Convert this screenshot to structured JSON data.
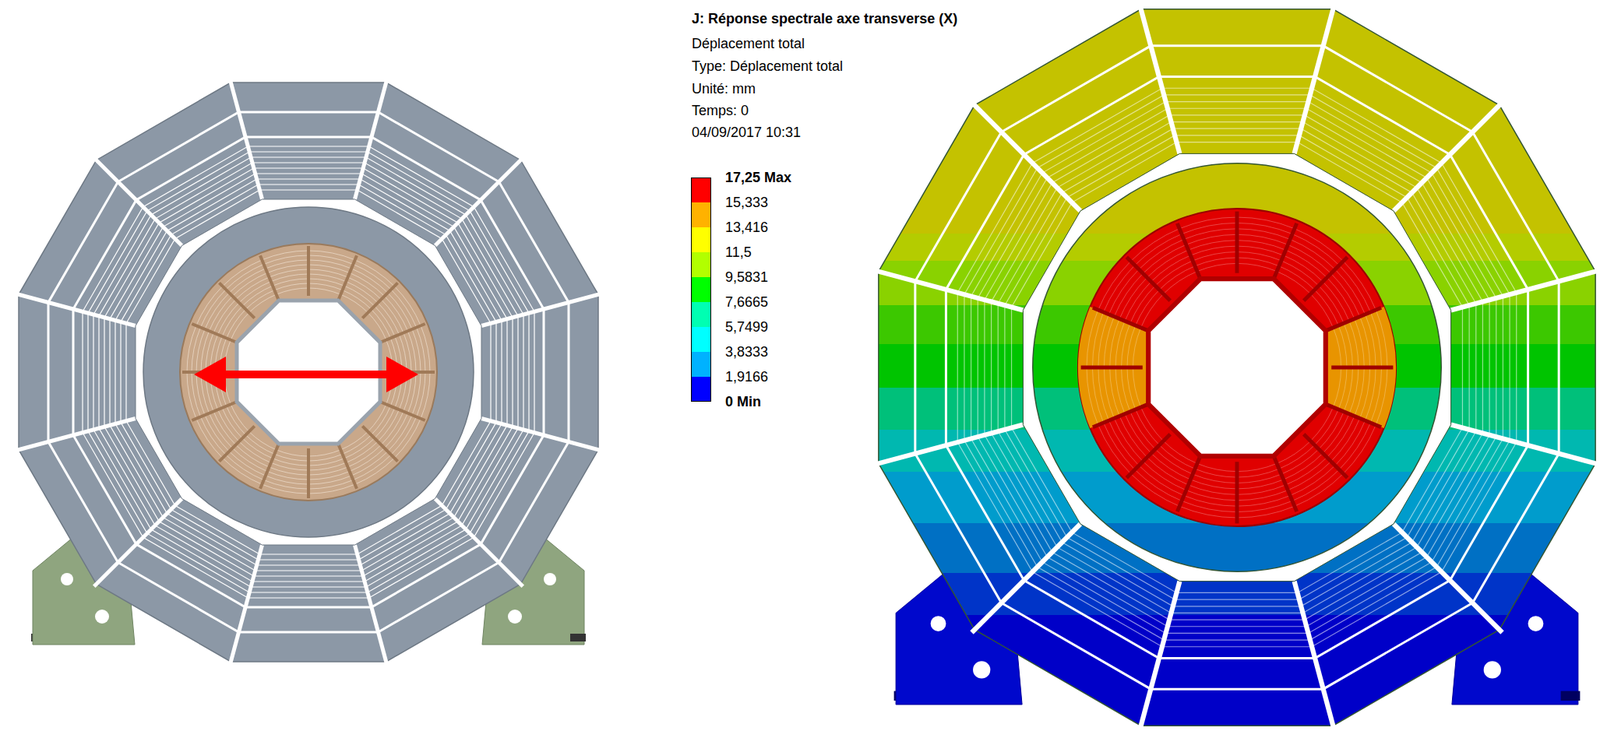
{
  "diagram": {
    "title": "J: Réponse spectrale axe transverse (X)",
    "labels": [
      "Déplacement total",
      "Type: Déplacement total",
      "Unité: mm",
      "Temps: 0",
      "04/09/2017 10:31",
      "0 Min"
    ],
    "legend": [
      {
        "text": "17,25 Max",
        "color": "#ff0000"
      },
      {
        "text": "15,333",
        "color": "#ffb200"
      },
      {
        "text": "13,416",
        "color": "#ffff00"
      },
      {
        "text": "11,5",
        "color": "#b2ff00"
      },
      {
        "text": "9,5831",
        "color": "#00ff00"
      },
      {
        "text": "7,6665",
        "color": "#00ffb2"
      },
      {
        "text": "5,7499",
        "color": "#00ffff"
      },
      {
        "text": "3,8333",
        "color": "#00b2ff"
      },
      {
        "text": "1,9166",
        "color": "#0000ff"
      }
    ]
  }
}
